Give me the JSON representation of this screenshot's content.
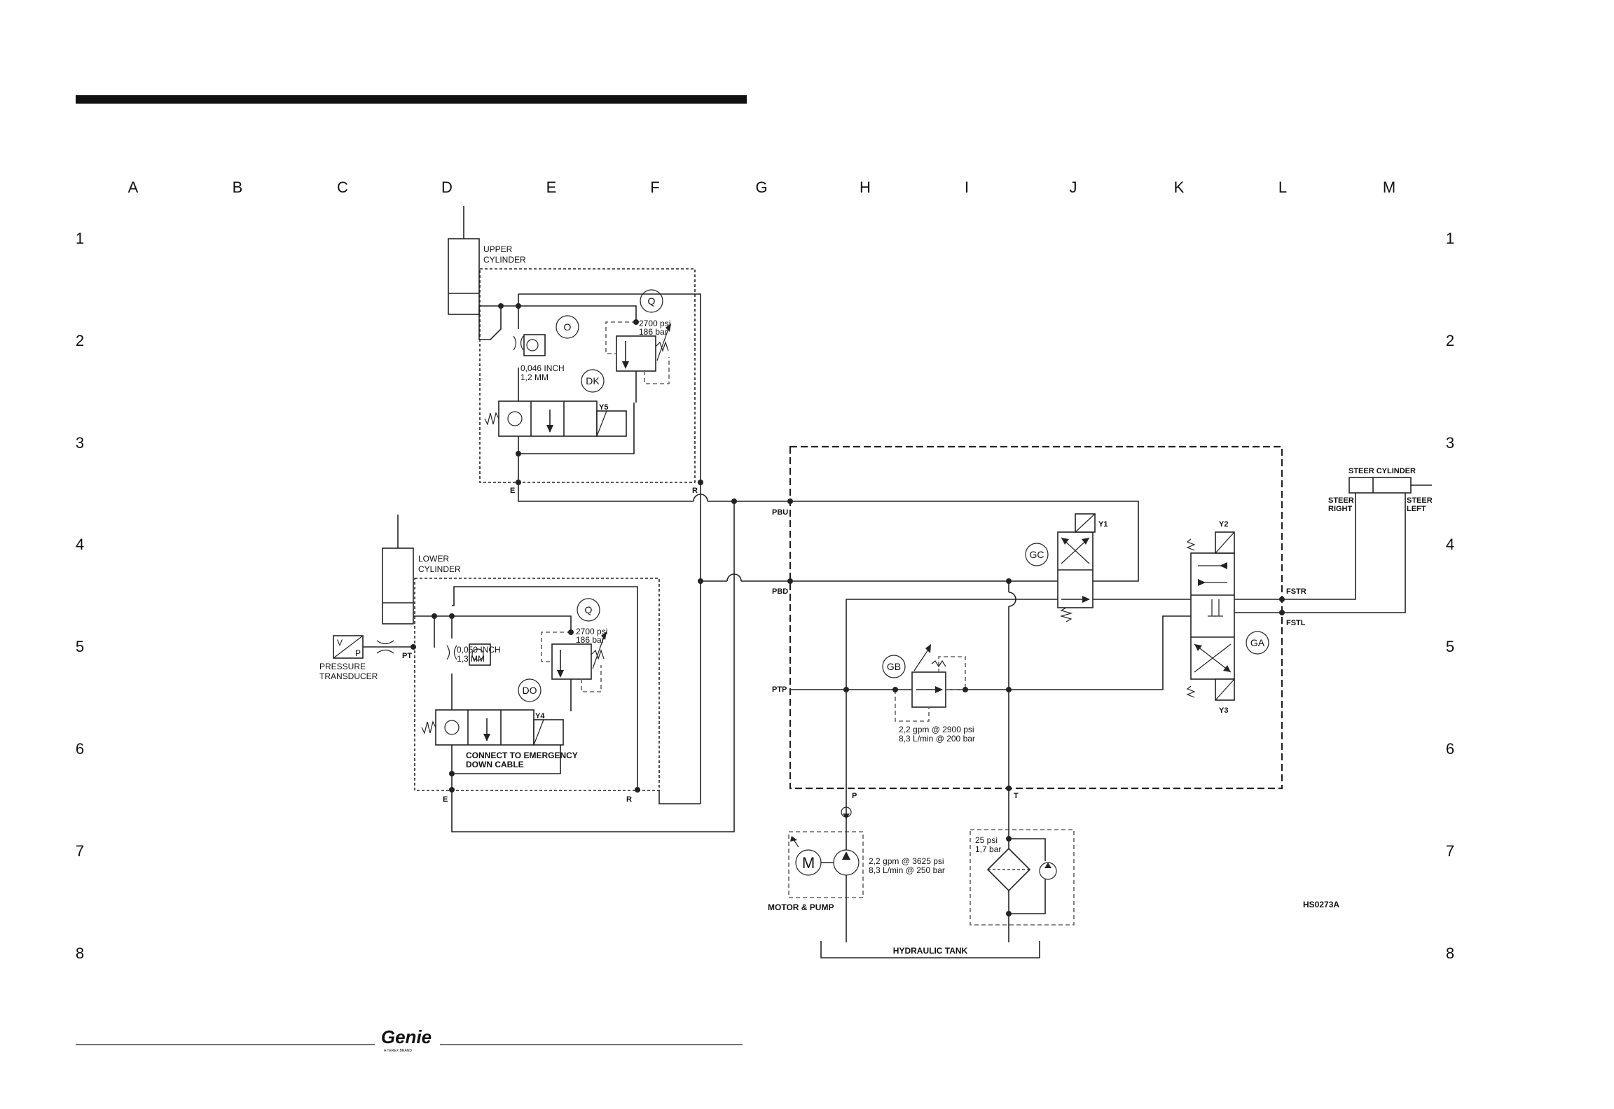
{
  "columns": [
    "A",
    "B",
    "C",
    "D",
    "E",
    "F",
    "G",
    "H",
    "I",
    "J",
    "K",
    "L",
    "M"
  ],
  "rows": [
    "1",
    "2",
    "3",
    "4",
    "5",
    "6",
    "7",
    "8"
  ],
  "labels": {
    "upper_cylinder": [
      "UPPER",
      "CYLINDER"
    ],
    "lower_cylinder": [
      "LOWER",
      "CYLINDER"
    ],
    "upper_orifice": [
      "0,046 INCH",
      "1,2 MM"
    ],
    "lower_orifice": [
      "0,050 INCH",
      "1,3 MM"
    ],
    "upper_relief": [
      "2700 psi",
      "186 bar"
    ],
    "lower_relief": [
      "2700 psi",
      "186 bar"
    ],
    "pressure_transducer": [
      "PRESSURE",
      "TRANSDUCER"
    ],
    "emergency_down": [
      "CONNECT TO EMERGENCY",
      "DOWN CABLE"
    ],
    "flow_regulator": [
      "2,2 gpm @ 2900 psi",
      "8,3 L/min @ 200 bar"
    ],
    "pump_rating": [
      "2,2 gpm @ 3625 psi",
      "8,3 L/min @ 250 bar"
    ],
    "motor_pump": "MOTOR & PUMP",
    "filter_rating": [
      "25 psi",
      "1,7 bar"
    ],
    "hydraulic_tank": "HYDRAULIC TANK",
    "steer_cylinder": "STEER CYLINDER",
    "steer_right": [
      "STEER",
      "RIGHT"
    ],
    "steer_left": [
      "STEER",
      "LEFT"
    ],
    "drawing_number": "HS0273A",
    "motor_letter": "M",
    "transducer_v": "V",
    "transducer_p": "P"
  },
  "component_tags": {
    "upper_check": "O",
    "upper_relief": "Q",
    "upper_valve": "DK",
    "lower_relief": "Q",
    "lower_valve": "DO",
    "steer_enable": "GC",
    "flow_reg": "GB",
    "steer_dir": "GA"
  },
  "solenoids": {
    "upper_down": "Y5",
    "lower_down": "Y4",
    "enable": "Y1",
    "steer_right": "Y2",
    "steer_left": "Y3"
  },
  "ports": {
    "upper_e": "E",
    "upper_r": "R",
    "lower_e": "E",
    "lower_r": "R",
    "pt": "PT",
    "pbu": "PBU",
    "pbd": "PBD",
    "ptp": "PTP",
    "fstr": "FSTR",
    "fstl": "FSTL",
    "p": "P",
    "t": "T"
  },
  "brand": {
    "logo": "Genie",
    "tagline": "A TEREX BRAND"
  }
}
